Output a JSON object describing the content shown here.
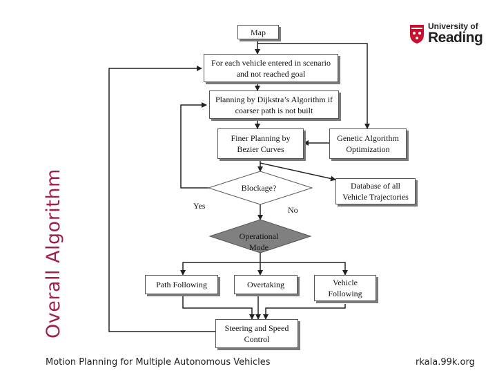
{
  "slide": {
    "side_title": "Overall Algorithm",
    "footer_left": "Motion Planning for Multiple Autonomous Vehicles",
    "footer_right": "rkala.99k.org"
  },
  "logo": {
    "line1": "University of",
    "line2": "Reading",
    "crest_color": "#c8102e"
  },
  "flow": {
    "map": "Map",
    "for_each_1": "For each vehicle entered in scenario",
    "for_each_2": "and not reached goal",
    "dijkstra_1": "Planning by Dijkstra’s Algorithm if",
    "dijkstra_2": "coarser path is not built",
    "bezier_1": "Finer Planning by",
    "bezier_2": "Bezier Curves",
    "genetic_1": "Genetic Algorithm",
    "genetic_2": "Optimization",
    "blockage": "Blockage?",
    "database_1": "Database of all",
    "database_2": "Vehicle Trajectories",
    "yes": "Yes",
    "no": "No",
    "operational_1": "Operational",
    "operational_2": "Mode",
    "path_following": "Path Following",
    "overtaking": "Overtaking",
    "vehicle_following_1": "Vehicle",
    "vehicle_following_2": "Following",
    "steering_1": "Steering and Speed",
    "steering_2": "Control"
  },
  "colors": {
    "title": "#a0204a",
    "diamond_fill": "#808080",
    "box_shadow": "#7a7a7a",
    "line": "#222222"
  }
}
